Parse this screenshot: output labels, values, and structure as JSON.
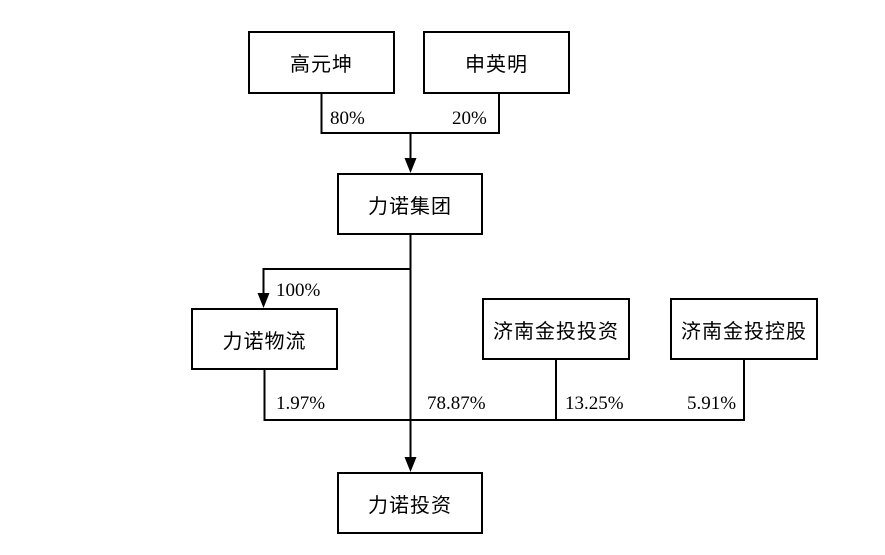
{
  "diagram": {
    "title": "equity-ownership-structure",
    "colors": {
      "background": "#ffffff",
      "line": "#000000",
      "box_border": "#000000",
      "text": "#000000"
    },
    "nodes": {
      "gao": {
        "label": "高元坤"
      },
      "shen": {
        "label": "申英明"
      },
      "group": {
        "label": "力诺集团"
      },
      "logistics": {
        "label": "力诺物流"
      },
      "jintou_investment": {
        "label": "济南金投投资"
      },
      "jintou_holding": {
        "label": "济南金投控股"
      },
      "investment": {
        "label": "力诺投资"
      }
    },
    "edges": {
      "gao_to_group": {
        "label": "80%"
      },
      "shen_to_group": {
        "label": "20%"
      },
      "group_to_logistics": {
        "label": "100%"
      },
      "logistics_to_investment": {
        "label": "1.97%"
      },
      "group_to_investment": {
        "label": "78.87%"
      },
      "jintou_investment_to_investment": {
        "label": "13.25%"
      },
      "jintou_holding_to_investment": {
        "label": "5.91%"
      }
    }
  }
}
